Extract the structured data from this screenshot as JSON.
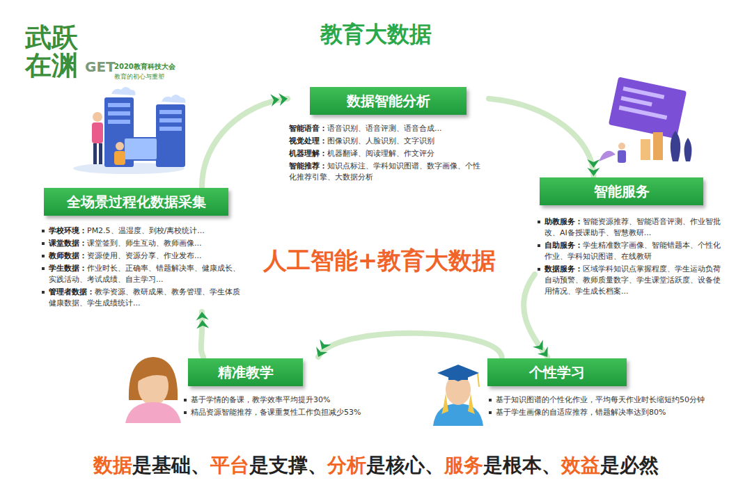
{
  "diagram": {
    "title": "教育大数据",
    "nodes": [
      {
        "text": [
          "数据智能分析",
          "智能语音：语音识别、语音评测、语音合成...",
          "视觉处理：图像识别、人脸识别、文字识别",
          "机器理解：机器翻译、阅读理解、作文评分",
          "智能推荐：知识点标注、学科知识图谱、数字画像、个性化推荐引擎、大数据分析"
        ]
      },
      {
        "text": [
          "智能服务",
          "助教服务：智能资源推荐、智能语音评测、作业智批改、AI备授课助手、智慧教研...",
          "自助服务：学生精准数字画像、智能错题本、个性化作业、学科知识图谱、在线教研",
          "数据服务：区域学科知识点掌握程度、学生运动负荷自动预警、教师质量数字、学生课堂活跃度、设备使用情况、学生成长档案..."
        ]
      },
      {
        "text": [
          "个性学习",
          "基于知识图谱的个性化作业，平均每天作业时长缩短约50分钟",
          "基于学生画像的自适应推荐，错题解决率达到80%"
        ]
      },
      {
        "text": [
          "精准教学",
          "基于学情的备课，教学效率平均提升30%",
          "精品资源智能推荐，备课重复性工作负担减少53%"
        ]
      },
      {
        "text": [
          "全场景过程化数据采集",
          "学校环境：PM2.5、温湿度、到校/离校统计...",
          "课堂数据：课堂签到、师生互动、教师画像...",
          "教师数据：资源使用、资源分享、作业发布...",
          "学生数据：作业时长、正确率、错题解决率、健康成长、实践活动、考试成绩、自主学习...",
          "管理者数据：教学资源、教研成果、教务管理、学生体质健康数据、学生成绩统计..."
        ]
      }
    ],
    "edges": [
      {
        "from": 4,
        "to": 0,
        "arrow": "to"
      },
      {
        "from": 0,
        "to": 1,
        "arrow": "to"
      },
      {
        "from": 1,
        "to": 2,
        "arrow": "to"
      },
      {
        "from": 2,
        "to": 3,
        "arrow": "to"
      },
      {
        "from": 3,
        "to": 4,
        "arrow": "to"
      }
    ],
    "labels": [
      "武跃在渊",
      "GET",
      "2020教育科技大会",
      "教育的初心与重塑",
      "人工智能+教育大数据",
      "数据是基础、",
      "平台是支撑、",
      "分析是核心、",
      "服务是根本、",
      "效益是必然"
    ]
  }
}
